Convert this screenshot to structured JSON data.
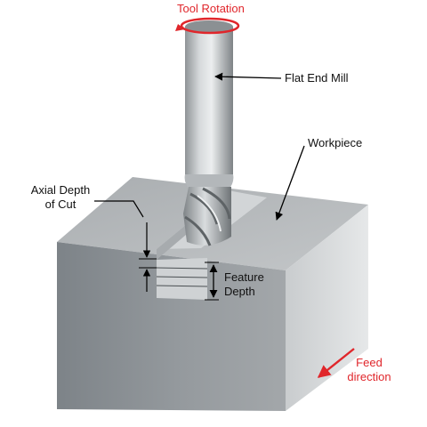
{
  "labels": {
    "tool_rotation": "Tool Rotation",
    "flat_end_mill": "Flat End Mill",
    "workpiece": "Workpiece",
    "axial_depth_line1": "Axial Depth",
    "axial_depth_line2": "of Cut",
    "feature_line1": "Feature",
    "feature_line2": "Depth",
    "feed_line1": "Feed",
    "feed_line2": "direction"
  },
  "colors": {
    "accent": "#e0262b",
    "block_front": "#8d9397",
    "block_top": "#b8bcbf",
    "block_side": "#d7dadc",
    "tool": "#c4c7c9"
  }
}
